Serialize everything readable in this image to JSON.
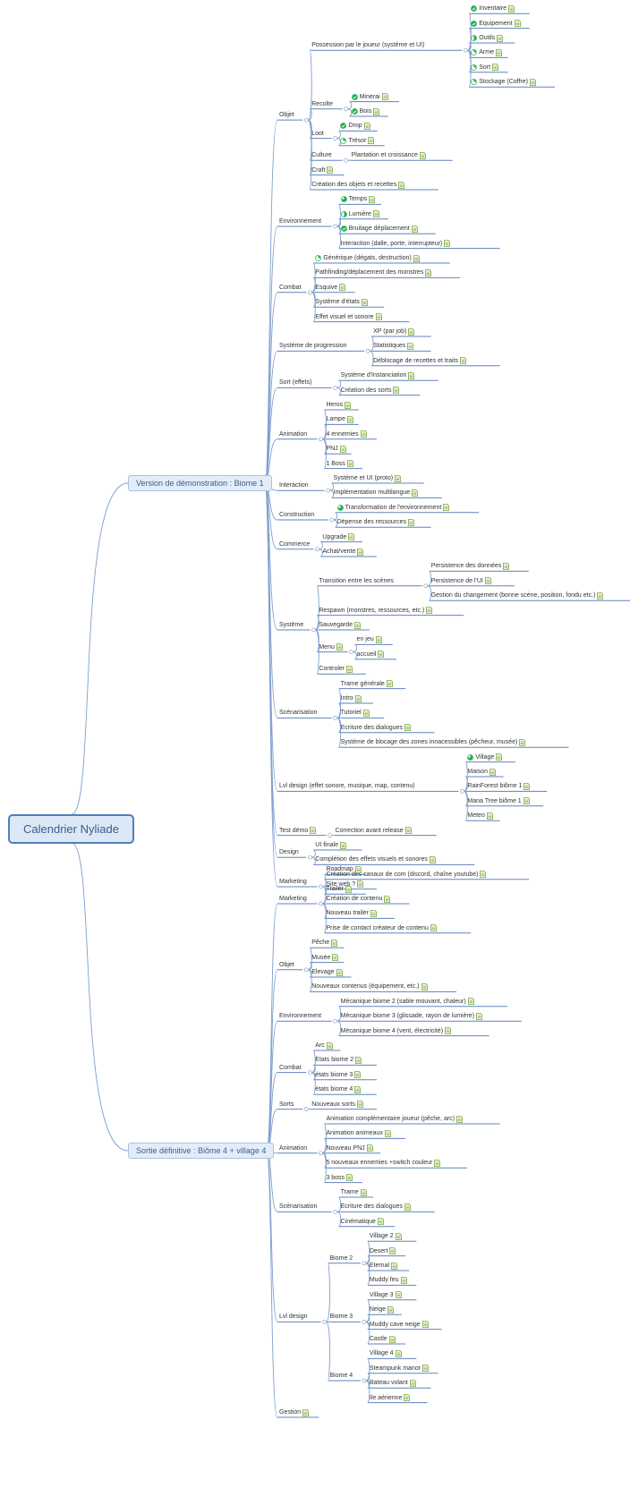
{
  "colors": {
    "link": "#7f9fcf",
    "underline": "#5f83bf",
    "progress": "#22b14c",
    "note": "#7aa63a"
  },
  "root": "Calendrier Nyliade",
  "branches": [
    {
      "label": "Version de démonstration : Biome 1",
      "children": [
        {
          "label": "Objet",
          "children": [
            {
              "label": "Possession par le joueur (système et UI)",
              "children": [
                {
                  "label": "Inventaire",
                  "progress": 1,
                  "note": true
                },
                {
                  "label": "Equipement",
                  "progress": 1,
                  "note": true
                },
                {
                  "label": "Outils",
                  "progress": 0.5,
                  "note": true
                },
                {
                  "label": "Arme",
                  "progress": 0.25,
                  "note": true
                },
                {
                  "label": "Sort",
                  "progress": 0.25,
                  "note": true
                },
                {
                  "label": "Stockage (Coffre)",
                  "progress": 0.25,
                  "note": true
                }
              ]
            },
            {
              "label": "Recolte",
              "children": [
                {
                  "label": "Minerai",
                  "progress": 1,
                  "note": true
                },
                {
                  "label": "Bois",
                  "progress": 1,
                  "note": true
                }
              ]
            },
            {
              "label": "Loot",
              "children": [
                {
                  "label": "Drop",
                  "progress": 1,
                  "note": true
                },
                {
                  "label": "Trésor",
                  "progress": 0.25,
                  "note": true
                }
              ]
            },
            {
              "label": "Culture",
              "children": [
                {
                  "label": "Plantation et croissance",
                  "note": true
                }
              ]
            },
            {
              "label": "Craft",
              "note": true
            },
            {
              "label": "Création des objets et recettes",
              "note": true
            }
          ]
        },
        {
          "label": "Environnement",
          "children": [
            {
              "label": "Temps",
              "progress": 0.75,
              "note": true
            },
            {
              "label": "Lumière",
              "progress": 0.5,
              "note": true
            },
            {
              "label": "Bruitage déplacement",
              "progress": 1,
              "note": true
            },
            {
              "label": "Interaction (dalle, porte, interrupteur)",
              "note": true
            }
          ]
        },
        {
          "label": "Combat",
          "children": [
            {
              "label": "Générique (dégats, destruction)",
              "progress": 0.25,
              "note": true
            },
            {
              "label": "Pathfinding/déplacement des monstres",
              "note": true
            },
            {
              "label": "Esquive",
              "note": true
            },
            {
              "label": "Système d'états",
              "note": true
            },
            {
              "label": "Effet visuel et sonore",
              "note": true
            }
          ]
        },
        {
          "label": "Système de progression",
          "children": [
            {
              "label": "XP (par job)",
              "note": true
            },
            {
              "label": "Statistiques",
              "note": true
            },
            {
              "label": "Déblocage de recettes et traits",
              "note": true
            }
          ]
        },
        {
          "label": "Sort (effets)",
          "children": [
            {
              "label": "Système d'Instanciation",
              "note": true
            },
            {
              "label": "Création des sorts",
              "note": true
            }
          ]
        },
        {
          "label": "Animation",
          "children": [
            {
              "label": "Heros",
              "note": true
            },
            {
              "label": "Lampe",
              "note": true
            },
            {
              "label": "4 ennemies",
              "note": true
            },
            {
              "label": "PNJ",
              "note": true
            },
            {
              "label": "1 Boss",
              "note": true
            }
          ]
        },
        {
          "label": "Interaction",
          "children": [
            {
              "label": "Système et UI (proto)",
              "note": true
            },
            {
              "label": "Implémentation multilangue",
              "note": true
            }
          ]
        },
        {
          "label": "Construction",
          "children": [
            {
              "label": "Transformation de l'environnement",
              "progress": 0.75,
              "note": true
            },
            {
              "label": "Dépense des ressources",
              "note": true
            }
          ]
        },
        {
          "label": "Commerce",
          "children": [
            {
              "label": "Upgrade",
              "note": true
            },
            {
              "label": "Achat/vente",
              "note": true
            }
          ]
        },
        {
          "label": "Système",
          "children": [
            {
              "label": "Transition entre les scènes",
              "children": [
                {
                  "label": "Persistence des données",
                  "note": true
                },
                {
                  "label": "Persistence de l'UI",
                  "note": true
                },
                {
                  "label": "Gestion du changement (bonne scène, position, fondu etc.)",
                  "note": true
                }
              ]
            },
            {
              "label": "Respawn (monstres, ressources, etc.)",
              "note": true
            },
            {
              "label": "Sauvegarde",
              "note": true
            },
            {
              "label": "Menu",
              "note": true,
              "children": [
                {
                  "label": "en jeu",
                  "note": true
                },
                {
                  "label": "accueil",
                  "note": true
                }
              ]
            },
            {
              "label": "Controler",
              "note": true
            }
          ]
        },
        {
          "label": "Scénarisation",
          "children": [
            {
              "label": "Trame générale",
              "note": true
            },
            {
              "label": "Intro",
              "note": true
            },
            {
              "label": "Tutoriel",
              "note": true
            },
            {
              "label": "Ecriture des dialogues",
              "note": true
            },
            {
              "label": "Système de blocage des zones innacessibles (pêcheur, musée)",
              "note": true
            }
          ]
        },
        {
          "label": "Lvl design (effet sonore, musique, map, contenu)",
          "children": [
            {
              "label": "Village",
              "progress": 0.75,
              "note": true
            },
            {
              "label": "Maison",
              "note": true
            },
            {
              "label": "RainForest biôme 1",
              "note": true
            },
            {
              "label": "Mana Tree biôme 1",
              "note": true
            },
            {
              "label": "Meteo",
              "note": true
            }
          ]
        },
        {
          "label": "Test démo",
          "note": true,
          "children": [
            {
              "label": "Correction avant release",
              "note": true
            }
          ]
        },
        {
          "label": "Design",
          "children": [
            {
              "label": "UI finale",
              "note": true
            },
            {
              "label": "Complétion des effets visuels et sonores",
              "note": true
            }
          ]
        },
        {
          "label": "Marketing",
          "children": [
            {
              "label": "Création des canaux de com (discord, chaîne youtube)",
              "note": true
            },
            {
              "label": "Trailer",
              "note": true
            }
          ]
        }
      ]
    },
    {
      "label": "Sortie définitive : Biôme 4 + village 4",
      "children": [
        {
          "label": "Marketing",
          "children": [
            {
              "label": "Roadmap",
              "note": true
            },
            {
              "label": "Site web ?",
              "note": true
            },
            {
              "label": "Création de contenu",
              "note": true
            },
            {
              "label": "Nouveau trailer",
              "note": true
            },
            {
              "label": "Prise de contact créateur de contenu",
              "note": true
            }
          ]
        },
        {
          "label": "Objet",
          "children": [
            {
              "label": "Pêche",
              "note": true
            },
            {
              "label": "Musée",
              "note": true
            },
            {
              "label": "Elevage",
              "note": true
            },
            {
              "label": "Nouveaux contenus (équipement, etc.)",
              "note": true
            }
          ]
        },
        {
          "label": "Environnement",
          "children": [
            {
              "label": "Mécanique biome 2 (sable mouvant, chaleur)",
              "note": true
            },
            {
              "label": "Mécanique biome 3 (glissade, rayon de lumière)",
              "note": true
            },
            {
              "label": "Mécanique biome 4 (vent, électricité)",
              "note": true
            }
          ]
        },
        {
          "label": "Combat",
          "children": [
            {
              "label": "Arc",
              "note": true
            },
            {
              "label": "Etats biome 2",
              "note": true
            },
            {
              "label": "états biome 3",
              "note": true
            },
            {
              "label": "états biome 4",
              "note": true
            }
          ]
        },
        {
          "label": "Sorts",
          "children": [
            {
              "label": "Nouveaux sorts",
              "note": true
            }
          ]
        },
        {
          "label": "Animation",
          "children": [
            {
              "label": "Animation complémentaire joueur (pêche, arc)",
              "note": true
            },
            {
              "label": "Animation animeaux",
              "note": true
            },
            {
              "label": "Nouveau PNJ",
              "note": true
            },
            {
              "label": "5 nouveaux ennemies +switch couleur",
              "note": true
            },
            {
              "label": "3 boss",
              "note": true
            }
          ]
        },
        {
          "label": "Scénarisation",
          "children": [
            {
              "label": "Trame",
              "note": true
            },
            {
              "label": "Ecriture des dialogues",
              "note": true
            },
            {
              "label": "Cinématique",
              "note": true
            }
          ]
        },
        {
          "label": "Lvl design",
          "children": [
            {
              "label": "Biome 2",
              "children": [
                {
                  "label": "Village 2",
                  "note": true
                },
                {
                  "label": "Desert",
                  "note": true
                },
                {
                  "label": "Eternal",
                  "note": true
                },
                {
                  "label": "Muddy feu",
                  "note": true
                }
              ]
            },
            {
              "label": "Biome 3",
              "children": [
                {
                  "label": "Village 3",
                  "note": true
                },
                {
                  "label": "Neige",
                  "note": true
                },
                {
                  "label": "Muddy cave neige",
                  "note": true
                },
                {
                  "label": "Castle",
                  "note": true
                }
              ]
            },
            {
              "label": "Biome 4",
              "children": [
                {
                  "label": "Village 4",
                  "note": true
                },
                {
                  "label": "Steampunk manor",
                  "note": true
                },
                {
                  "label": "Bateau volant",
                  "note": true
                },
                {
                  "label": "Ile aérienne",
                  "note": true
                }
              ]
            }
          ]
        },
        {
          "label": "Gestion",
          "note": true
        }
      ]
    }
  ]
}
